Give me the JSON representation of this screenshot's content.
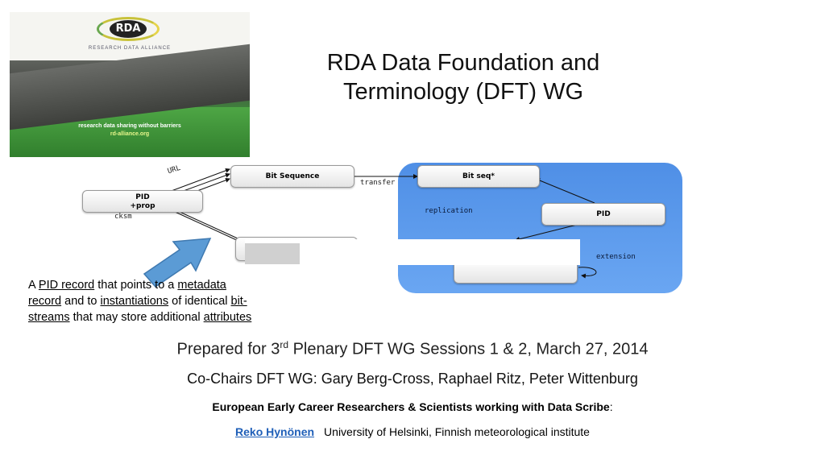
{
  "logo": {
    "badge": "RDA",
    "subtitle": "RESEARCH DATA ALLIANCE",
    "tagline": "research data sharing without barriers",
    "site": "rd-alliance.org"
  },
  "title": {
    "line1": "RDA Data Foundation and",
    "line2": "Terminology (DFT) WG"
  },
  "diagram": {
    "pid_box_line1": "PID",
    "pid_box_line2": "+prop",
    "bit_sequence": "Bit Sequence",
    "bit_seq_star": "Bit  seq*",
    "pid_right": "PID",
    "label_url": "URL",
    "label_transfer": "transfer",
    "label_cksm": "cksm",
    "label_replication": "replication",
    "label_extension": "extension"
  },
  "description": {
    "a": "A ",
    "pid_record": "PID record",
    "t1": " that points to a ",
    "metadata": "metadata",
    "record": "record",
    "t2": " and to ",
    "instantiations": "instantiations",
    "t3": " of identical ",
    "bit": "bit-",
    "streams": "streams",
    "t4": " that may store additional ",
    "attributes": "attributes"
  },
  "footer": {
    "prepared_for": "Prepared for ",
    "plenary_num": "3",
    "plenary_sup": "rd",
    "plenary_rest": " Plenary DFT WG Sessions 1 & 2, March 27, 2014",
    "cochairs": "Co-Chairs DFT WG: Gary Berg-Cross, Raphael Ritz, Peter Wittenburg",
    "scribe_bold": "European Early Career Researchers & Scientists working with Data Scribe",
    "scribe_colon": ":",
    "scribe_name": "Reko Hynönen",
    "scribe_affil": "University of Helsinki, Finnish meteorological institute"
  }
}
